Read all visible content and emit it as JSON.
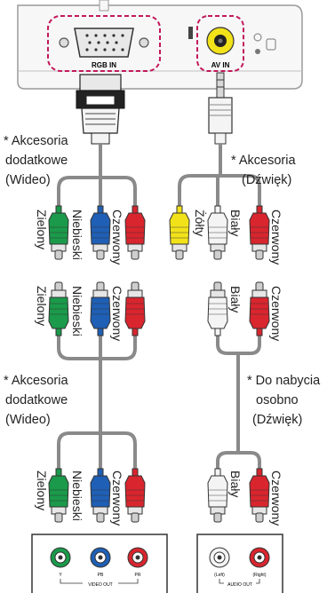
{
  "projector": {
    "rgb_port_label": "RGB IN",
    "av_port_label": "AV IN"
  },
  "notes": {
    "video_accessory_top": [
      "* Akcesoria",
      "dodatkowe",
      "(Wideo)"
    ],
    "audio_accessory_top": [
      "* Akcesoria",
      "(Dźwięk)"
    ],
    "video_accessory_bottom": [
      "* Akcesoria",
      "dodatkowe",
      "(Wideo)"
    ],
    "audio_separate": [
      "* Do nabycia",
      "osobno",
      "(Dźwięk)"
    ]
  },
  "plug_labels": {
    "green": "Zielony",
    "blue": "Niebieski",
    "red": "Czerwony",
    "yellow": "Żółty",
    "white": "Biały"
  },
  "device_left": {
    "jacks": [
      "Y",
      "PB",
      "PR"
    ],
    "group_label": "VIDEO OUT"
  },
  "device_right": {
    "jacks": [
      "(Left)",
      "(Right)"
    ],
    "group_label": "AUDIO OUT"
  },
  "colors": {
    "green": "#1a9a4a",
    "blue": "#1f5fb5",
    "red": "#d9252e",
    "yellow": "#f2e21a",
    "white": "#f4f4f4",
    "pink_dash": "#c2185b",
    "cable": "#8a8a8a"
  }
}
